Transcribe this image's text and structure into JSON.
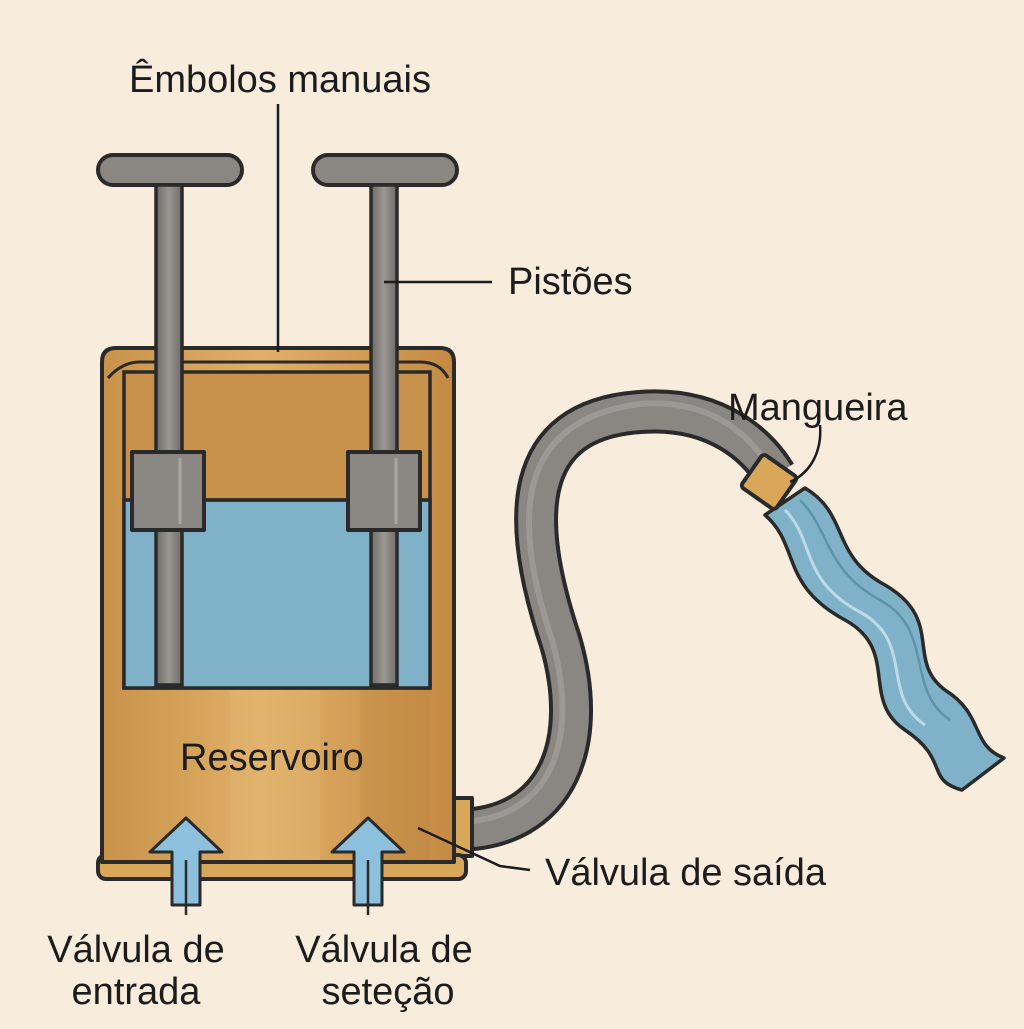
{
  "labels": {
    "embolos": "Êmbolos manuais",
    "pistoes": "Pistões",
    "mangueira": "Mangueira",
    "reservoiro": "Reservoiro",
    "valvula_saida": "Válvula de saída",
    "valvula_entrada": [
      "Válvula de",
      "entrada"
    ],
    "valvula_secao": [
      "Válvula de",
      "seteção"
    ]
  },
  "colors": {
    "background": "#f8ecdc",
    "tank": "#d9a75a",
    "tank_dark": "#b98540",
    "water": "#7fb2c9",
    "metal": "#8a8682",
    "metal_dark": "#5c5956",
    "arrow": "#8cc0dc"
  }
}
